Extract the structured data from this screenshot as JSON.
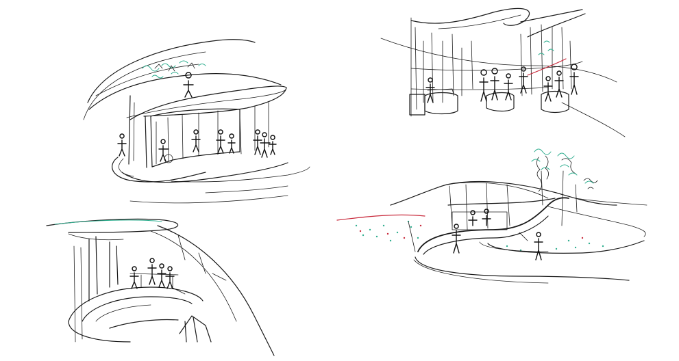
{
  "page": {
    "background": "#ffffff",
    "ink_color": "#1a1a1a",
    "accent_colors": {
      "green": "#2fae8f",
      "red": "#c8283a"
    }
  },
  "sketches": [
    {
      "id": "sketch-top-left",
      "content": ""
    },
    {
      "id": "sketch-top-right",
      "content": ""
    },
    {
      "id": "sketch-bottom-left",
      "content": ""
    },
    {
      "id": "sketch-bottom-right",
      "content": ""
    }
  ]
}
